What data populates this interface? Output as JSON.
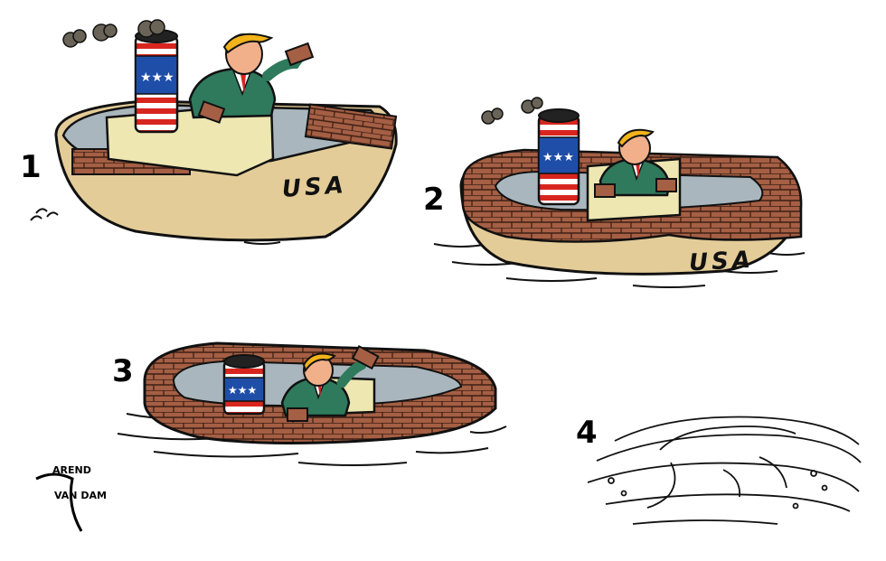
{
  "panels": [
    {
      "number": "1",
      "hull_label": "USA"
    },
    {
      "number": "2",
      "hull_label": "USA"
    },
    {
      "number": "3"
    },
    {
      "number": "4"
    }
  ],
  "signature": {
    "line1": "AREND",
    "line2": "VAN DAM"
  },
  "colors": {
    "hull": "#e3cc98",
    "deck": "#a9b6bd",
    "cabin": "#eee7b2",
    "brick": "#a55f44",
    "mortar": "#3d1f14",
    "flag_red": "#d8261f",
    "flag_blue": "#1f4ea8",
    "suit": "#2f7a5c",
    "hair": "#f2b31b",
    "skin": "#f1b08a",
    "smoke": "#6a6458"
  }
}
